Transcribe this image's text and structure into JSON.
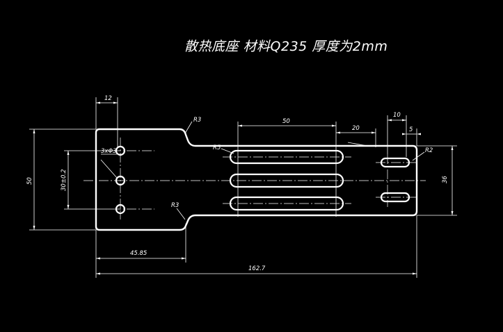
{
  "title": "散热底座   材料Q235  厚度为2mm",
  "dimensions": {
    "top_12": "12",
    "top_50": "50",
    "top_20": "20",
    "top_10": "10",
    "top_5": "5",
    "radius_r3_top": "R3",
    "radius_r3_bottom": "R3",
    "radius_r5": "R5",
    "radius_r2": "R2",
    "holes": "3xΦ3",
    "left_50": "50",
    "left_30": "30±0.2",
    "right_36": "36",
    "bottom_45_85": "45.85",
    "bottom_162_7": "162.7"
  },
  "colors": {
    "background": "#000000",
    "lines": "#ffffff"
  }
}
